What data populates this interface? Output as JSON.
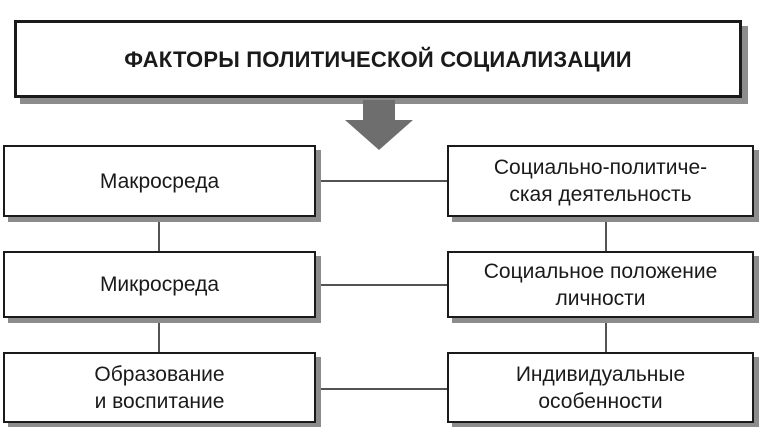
{
  "diagram": {
    "title": "ФАКТОРЫ ПОЛИТИЧЕСКОЙ СОЦИАЛИЗАЦИИ",
    "colors": {
      "stroke": "#1a1a1a",
      "shadow": "#8c8c8c",
      "arrow": "#6e6e6e"
    },
    "arrow_icon": "down-arrow-icon",
    "left_column": [
      {
        "label": "Макросреда"
      },
      {
        "label": "Микросреда"
      },
      {
        "label": "Образование\nи воспитание"
      }
    ],
    "right_column": [
      {
        "label": "Социально-политиче-\nская деятельность"
      },
      {
        "label": "Социальное положение\nличности"
      },
      {
        "label": "Индивидуальные\nособенности"
      }
    ]
  }
}
